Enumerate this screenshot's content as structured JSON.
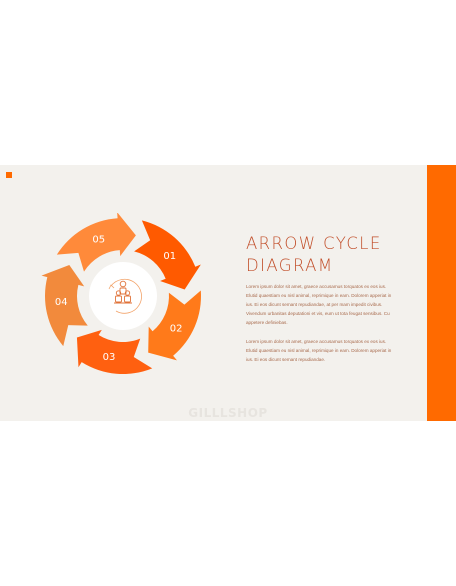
{
  "title_line1": "ARROW CYCLE",
  "title_line2": "DIAGRAM",
  "paragraph1": "Lorem ipsum dolor sit amet, graece accusamus torquatos ex eos ius. Elutid quaestiam eu nisl animal, reprimique in eam. Dolorem apperiat in ius. Ei eos dicunt semant repudiandae, at per mam impedit civibus. Vivendum urbanitas deputationi et vis, eum ut tota feugat sensibus. Cu appetere definiebas.",
  "paragraph2": "Lorem ipsum dolor sit amet, graece accusamus torquatos ex eos ius. Elutid quaestiam eu nisl animal, reprimique in eam. Dolorem apperiat in ius. Ei eos dicunt semant repudiandae.",
  "watermark": "GILLLSHOP",
  "steps": [
    "01",
    "02",
    "03",
    "04",
    "05"
  ],
  "center_icon": "people-group-icon",
  "colors": {
    "accent": "#ff6a00",
    "title": "#c2502c",
    "segments": [
      "#ff5a00",
      "#ff7a1a",
      "#ff6010",
      "#f28a3c",
      "#ff8a3a"
    ]
  }
}
